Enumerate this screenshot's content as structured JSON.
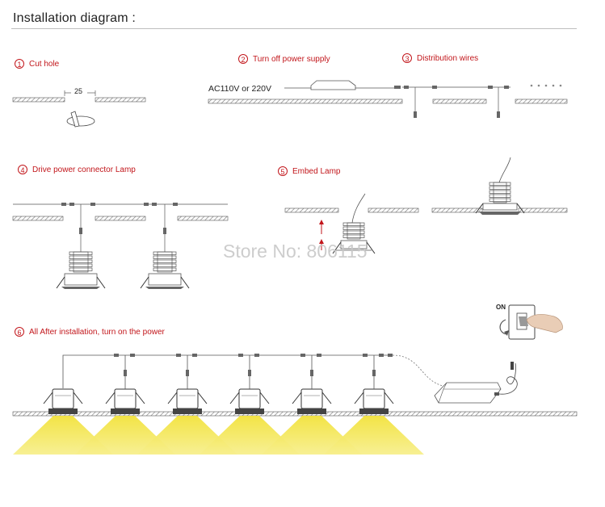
{
  "header": {
    "title": "Installation diagram :"
  },
  "steps": [
    {
      "num": "1",
      "label": "Cut  hole"
    },
    {
      "num": "2",
      "label": "Turn off power supply"
    },
    {
      "num": "3",
      "label": "Distribution wires"
    },
    {
      "num": "4",
      "label": "Drive power connector Lamp"
    },
    {
      "num": "5",
      "label": "Embed Lamp"
    },
    {
      "num": "6",
      "label": "All After installation, turn on the power"
    }
  ],
  "labels": {
    "hole_size": "25",
    "voltage": "AC110V or 220V",
    "switch_on": "ON"
  },
  "watermark": "Store No: 806115",
  "colors": {
    "step_red": "#c2161b",
    "light_yellow": "#f2e23c",
    "line_gray": "#555555"
  }
}
